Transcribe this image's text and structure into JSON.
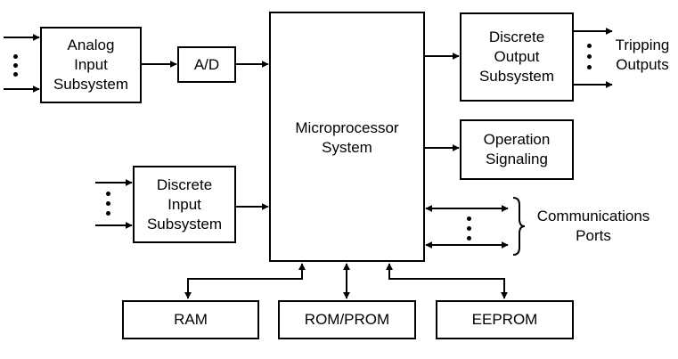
{
  "diagram": {
    "analog_input": [
      "Analog",
      "Input",
      "Subsystem"
    ],
    "ad": "A/D",
    "microprocessor": [
      "Microprocessor",
      "System"
    ],
    "discrete_input": [
      "Discrete",
      "Input",
      "Subsystem"
    ],
    "discrete_output": [
      "Discrete",
      "Output",
      "Subsystem"
    ],
    "tripping_outputs": [
      "Tripping",
      "Outputs"
    ],
    "operation_signaling": [
      "Operation",
      "Signaling"
    ],
    "communications_ports": [
      "Communications",
      "Ports"
    ],
    "ram": "RAM",
    "rom_prom": "ROM/PROM",
    "eeprom": "EEPROM"
  }
}
